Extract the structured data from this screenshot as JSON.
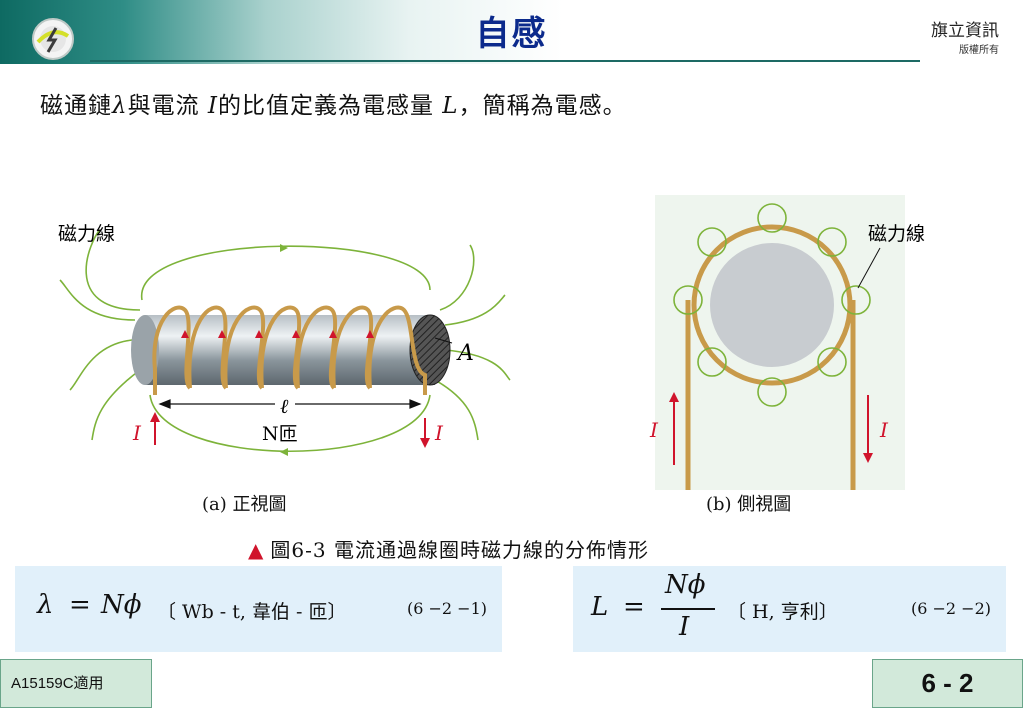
{
  "header": {
    "title": "自感",
    "publisher_name": "旗立資訊",
    "publisher_rights": "版權所有"
  },
  "intro": {
    "part1": "磁通鏈",
    "symbol_lambda": "λ",
    "part2": "與電流",
    "symbol_I": "I",
    "part3": "的比值定義為電感量",
    "symbol_L": "L",
    "part4": "，簡稱為電感。"
  },
  "figure_a": {
    "field_label": "磁力線",
    "area_label": "A",
    "length_label": "ℓ",
    "turns_label": "N匝",
    "current_left": "I",
    "current_right": "I",
    "caption": "(a) 正視圖"
  },
  "figure_b": {
    "field_label": "磁力線",
    "current_left": "I",
    "current_right": "I",
    "caption": "(b) 側視圖"
  },
  "figure_title": {
    "marker": "▲",
    "text": "圖6-3  電流通過線圈時磁力線的分佈情形"
  },
  "equation1": {
    "lhs": "λ",
    "eq": "=",
    "rhs": "Nϕ",
    "unit": "〔 Wb - t, 韋伯 - 匝〕",
    "number": "(6 −2 −1)"
  },
  "equation2": {
    "lhs": "L",
    "eq": "=",
    "numerator": "Nϕ",
    "denominator": "I",
    "unit": "〔 H, 亨利〕",
    "number": "(6 −2 −2)"
  },
  "footer": {
    "left_label": "A15159C適用",
    "page": "6 - 2"
  },
  "colors": {
    "title": "#0b2a8c",
    "field_lines": "#7db33a",
    "current_arrows": "#d0142c",
    "equation_box": "#e1f0fa",
    "footer_box": "#d2e9da"
  }
}
